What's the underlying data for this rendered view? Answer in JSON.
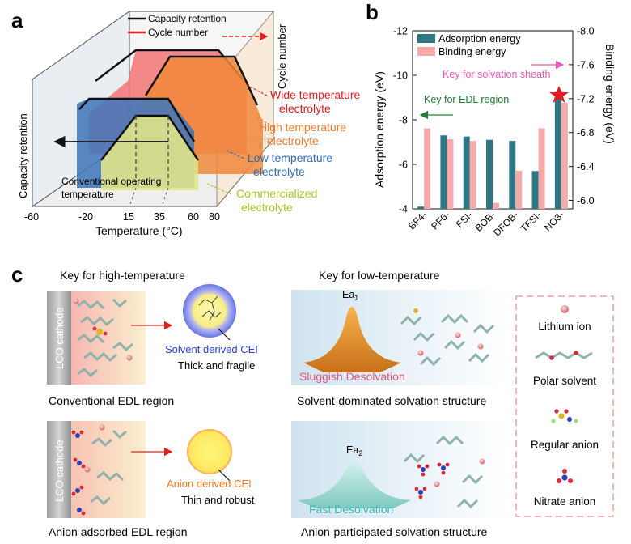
{
  "panel_labels": {
    "a": "a",
    "b": "b",
    "c": "c"
  },
  "panel_a": {
    "legend": [
      "Capacity retention",
      "Cycle number"
    ],
    "y_label": "Capacity retention",
    "z_label": "Cycle number",
    "x_label": "Temperature (°C)",
    "x_ticks": [
      "-60",
      "-20",
      "15",
      "35",
      "60",
      "80"
    ],
    "labels": {
      "wide": [
        "Wide temperature",
        "electrolyte"
      ],
      "high": [
        "High temperature",
        "electrolyte"
      ],
      "low": [
        "Low temperature",
        "electrolyte"
      ],
      "comm": [
        "Commercialized",
        "electrolyte"
      ],
      "conv": [
        "Conventional operating",
        "temperature"
      ]
    }
  },
  "chart_data": {
    "type": "bar",
    "categories": [
      "BF4-",
      "PF6-",
      "FSI-",
      "BOB-",
      "DFOB-",
      "TFSI-",
      "NO3-"
    ],
    "series": [
      {
        "name": "Adsorption energy",
        "axis": "left",
        "color": "#2e7683",
        "values": [
          -4.1,
          -7.3,
          -7.25,
          -7.1,
          -7.05,
          -5.7,
          -9.25
        ]
      },
      {
        "name": "Binding energy",
        "axis": "right",
        "color": "#f4a9ab",
        "values": [
          -6.85,
          -6.72,
          -6.7,
          -5.97,
          -6.35,
          -6.85,
          -7.15
        ]
      }
    ],
    "left_axis": {
      "label": "Adsorption energy (eV)",
      "range": [
        -4,
        -12
      ],
      "ticks": [
        "-12",
        "-10",
        "-8",
        "-6",
        "-4"
      ]
    },
    "right_axis": {
      "label": "Binding energy (eV)",
      "range": [
        -5.9,
        -8.0
      ],
      "ticks": [
        "-8.0",
        "-7.6",
        "-7.2",
        "-6.8",
        "-6.4",
        "-6.0"
      ]
    },
    "annotations": [
      "Key for solvation sheath",
      "Key for EDL region"
    ]
  },
  "panel_c": {
    "key_high": "Key for high-temperature",
    "key_low": "Key for low-temperature",
    "cathode": "LCO cathode",
    "top": {
      "cei_name": "Solvent derived CEI",
      "cei_desc": "Thick and fragile",
      "edl": "Conventional EDL region",
      "ea": "Ea",
      "ea_sub": "1",
      "desolv": "Sluggish Desolvation",
      "solv": "Solvent-dominated solvation structure"
    },
    "bottom": {
      "cei_name": "Anion derived CEI",
      "cei_desc": "Thin and robust",
      "edl": "Anion adsorbed EDL region",
      "ea": "Ea",
      "ea_sub": "2",
      "desolv": "Fast Desolvation",
      "solv": "Anion-participated solvation structure"
    },
    "legend": [
      "Lithium ion",
      "Polar solvent",
      "Regular anion",
      "Nitrate anion"
    ]
  },
  "colors": {
    "red": "#e01f1f",
    "orange": "#f07a2a",
    "blue": "#2d6db5",
    "green": "#a9c42a",
    "teal": "#2e7683",
    "pink": "#f4a9ab",
    "magenta": "#e45bb4"
  }
}
